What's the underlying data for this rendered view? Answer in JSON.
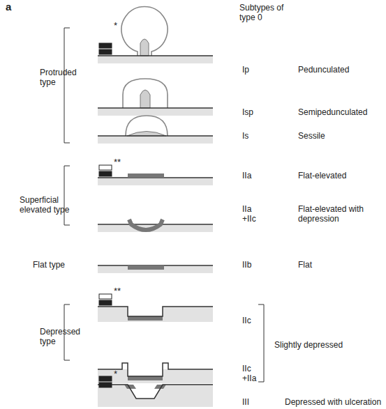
{
  "diagram": {
    "labels": [
      "a",
      "Subtypes of type 0",
      "*",
      "Protruded type",
      "Ip",
      "Pedunculated",
      "Isp",
      "Semipedunculated",
      "Is",
      "Sessile",
      "**",
      "IIa",
      "Flat-elevated",
      "Superficial elevated type",
      "IIa +IIc",
      "Flat-elevated with depression",
      "Flat type",
      "IIb",
      "Flat",
      "**",
      "Depressed type",
      "IIc",
      "Slightly depressed",
      "IIc +IIa",
      "*",
      "III",
      "Depressed with ulceration"
    ]
  }
}
